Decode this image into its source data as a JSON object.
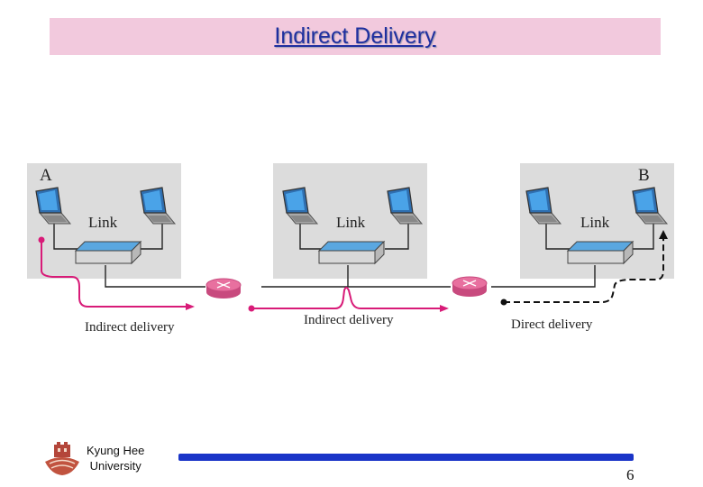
{
  "slide": {
    "title": "Indirect Delivery",
    "page_number": "6"
  },
  "diagram": {
    "host_labels": {
      "left": "A",
      "right": "B"
    },
    "networks": [
      {
        "label": "Link"
      },
      {
        "label": "Link"
      },
      {
        "label": "Link"
      }
    ],
    "delivery_labels": {
      "first": "Indirect delivery",
      "second": "Indirect delivery",
      "third": "Direct delivery"
    },
    "colors": {
      "indirect_path": "#d81b78",
      "direct_path": "#111111",
      "router": "#e8709f",
      "network_bg": "#dcdcdc"
    }
  },
  "footer": {
    "university_line1": "Kyung Hee",
    "university_line2": "University",
    "logo_icon": "university-crest-icon"
  }
}
